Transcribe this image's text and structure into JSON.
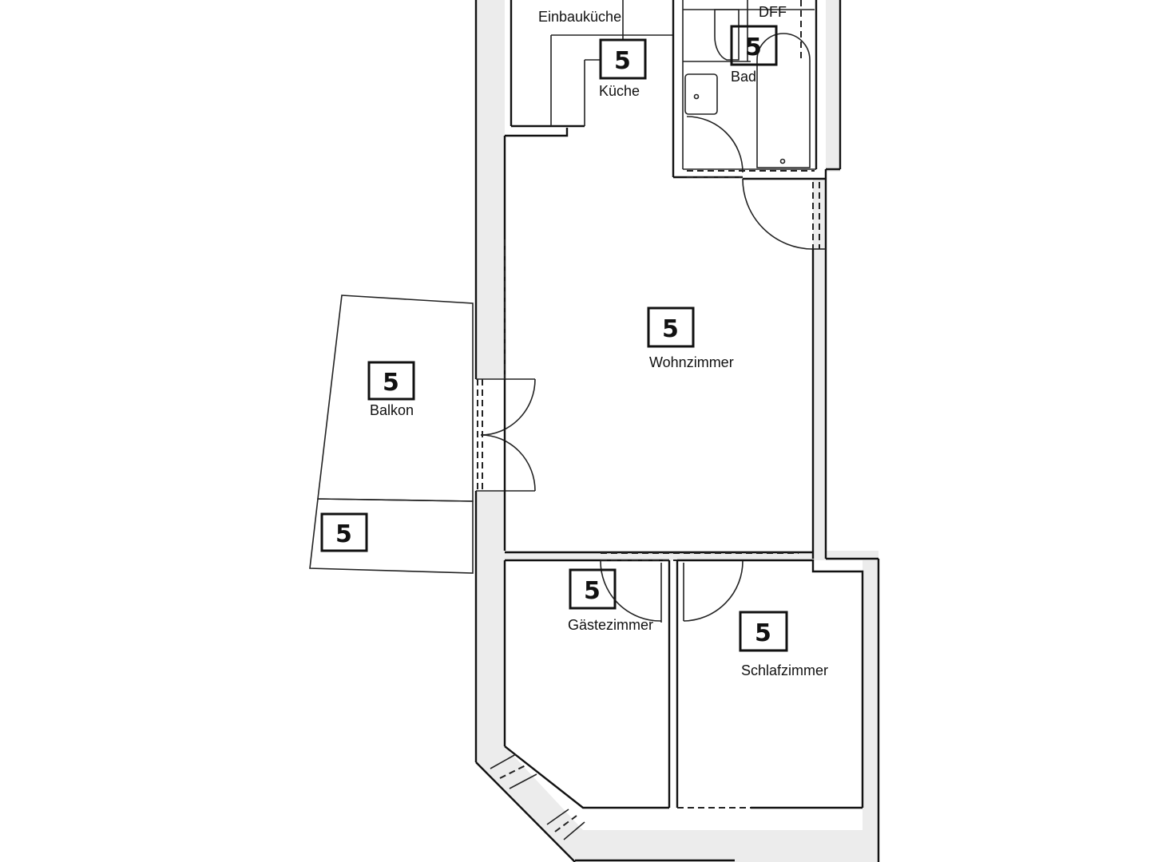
{
  "plan": {
    "rooms": [
      {
        "id": "einbaukueche",
        "label": "Einbauküche"
      },
      {
        "id": "kueche",
        "label": "Küche",
        "rating": "5"
      },
      {
        "id": "dff",
        "label": "DFF"
      },
      {
        "id": "bad",
        "label": "Bad",
        "rating": "5"
      },
      {
        "id": "wohnzimmer",
        "label": "Wohnzimmer",
        "rating": "5"
      },
      {
        "id": "balkon",
        "label": "Balkon",
        "rating": "5"
      },
      {
        "id": "balkon-lower",
        "label": "",
        "rating": "5"
      },
      {
        "id": "gaestezimmer",
        "label": "Gästezimmer",
        "rating": "5"
      },
      {
        "id": "schlafzimmer",
        "label": "Schlafzimmer",
        "rating": "5"
      }
    ],
    "colors": {
      "line": "#111111",
      "wall_hatch": "#ececec",
      "background": "#ffffff"
    }
  }
}
